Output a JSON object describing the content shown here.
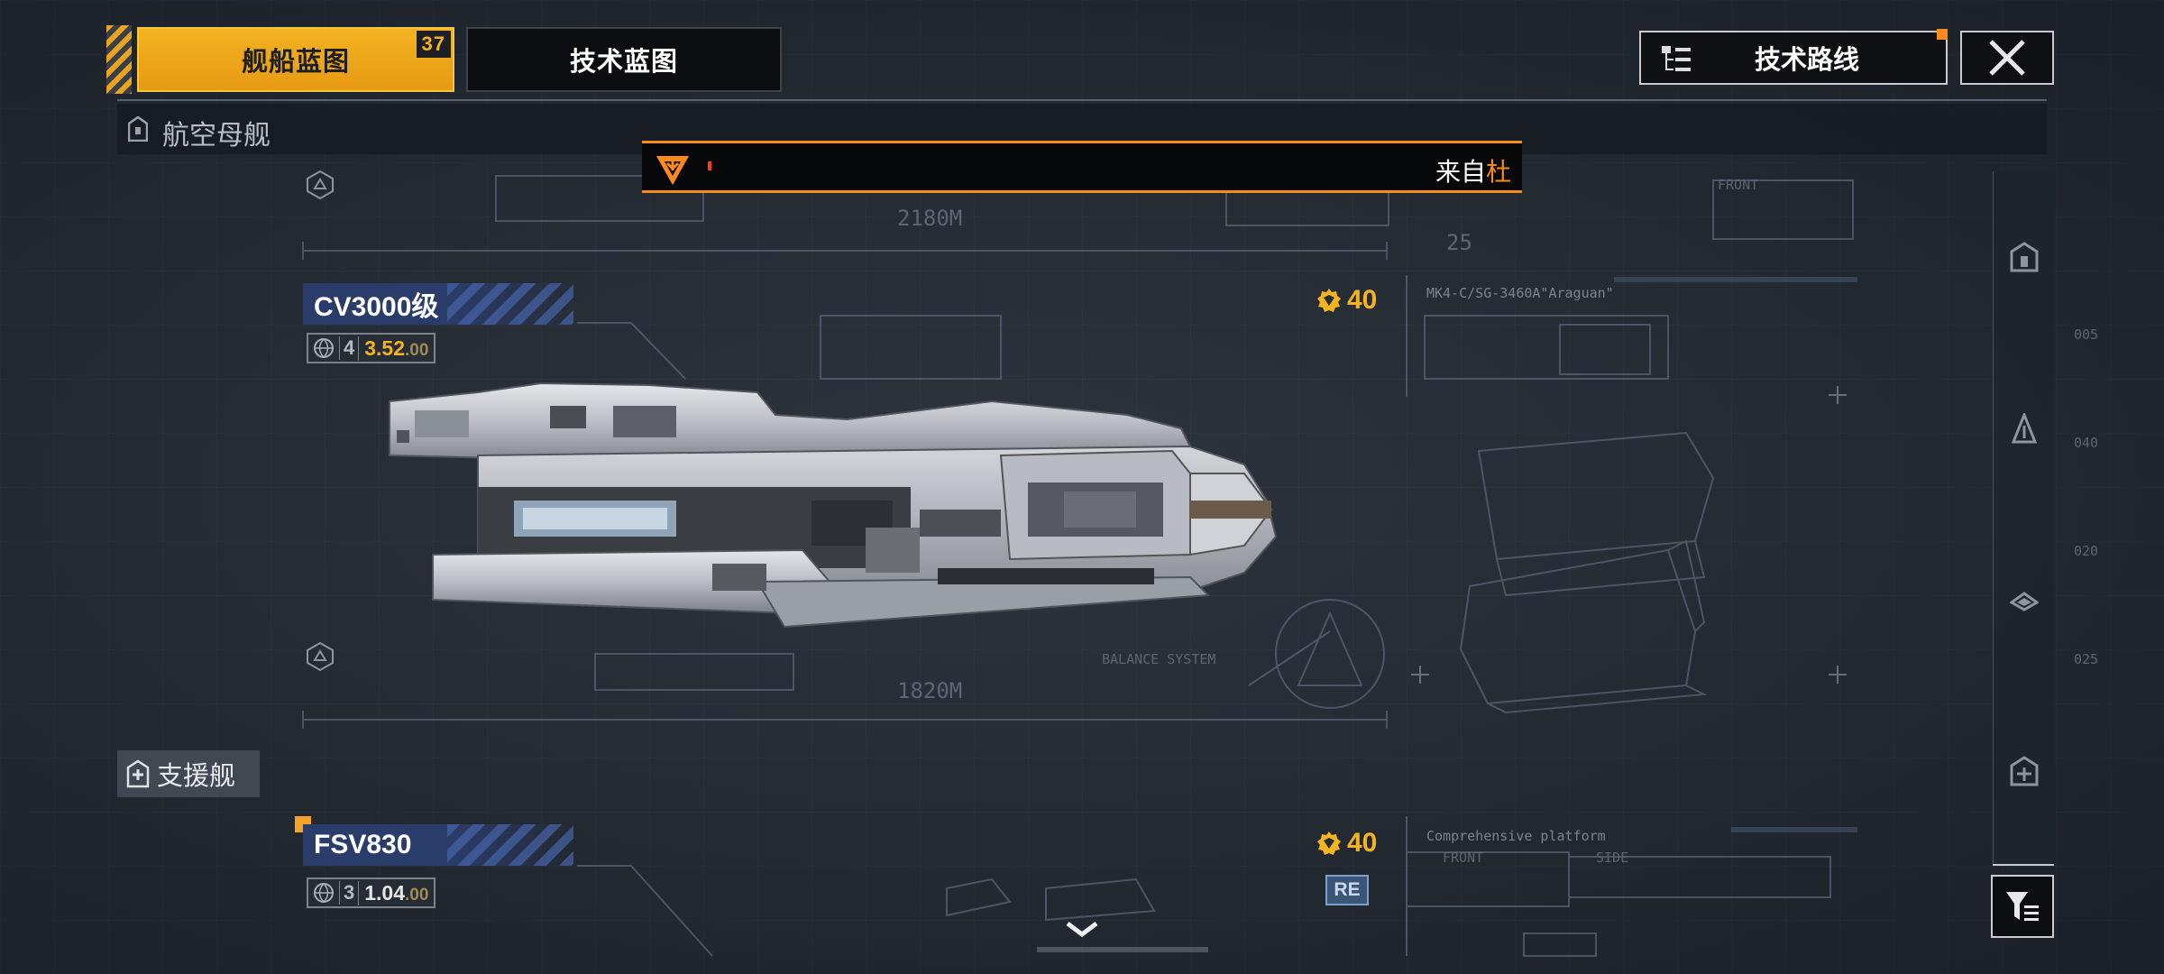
{
  "tabs": [
    {
      "label": "舰船蓝图",
      "badge": "37",
      "active": true
    },
    {
      "label": "技术蓝图",
      "active": false
    }
  ],
  "tech_route": {
    "label": "技术路线",
    "icon": "tech-tree-icon"
  },
  "close": {
    "icon": "close-icon"
  },
  "section": {
    "title": "航空母舰",
    "icon": "carrier-icon"
  },
  "notice": {
    "prefix": "来自",
    "sender": "杜",
    "icon": "faction-logo-icon"
  },
  "support_section": {
    "label": "支援舰",
    "icon": "support-ship-icon"
  },
  "ships": [
    {
      "name": "CV3000级",
      "level": "4",
      "value_main": "3.52",
      "value_dec": ".00",
      "cost": "40",
      "blueprint_spec": "MK4-C/SG-3460A\"Araguan\"",
      "length_top": "2180M",
      "length_bottom": "1820M",
      "system_label": "BALANCE SYSTEM"
    },
    {
      "name": "FSV830",
      "level": "3",
      "value_main": "1.04",
      "value_dec": ".00",
      "cost": "40",
      "tag": "RE",
      "blueprint_spec": "Comprehensive platform",
      "front_label": "FRONT",
      "side_label": "SIDE"
    }
  ],
  "faint_labels": [
    "FRONT",
    "005",
    "040",
    "020",
    "025",
    "25"
  ],
  "colors": {
    "accent": "#f4b321",
    "orange": "#ff8a1a",
    "name_bar": "#2a3c6a",
    "background": "#252b33"
  },
  "sidebar_icons": [
    "carrier-icon",
    "destroyer-icon",
    "frigate-icon",
    "support-ship-icon"
  ],
  "filter": {
    "icon": "filter-icon"
  }
}
